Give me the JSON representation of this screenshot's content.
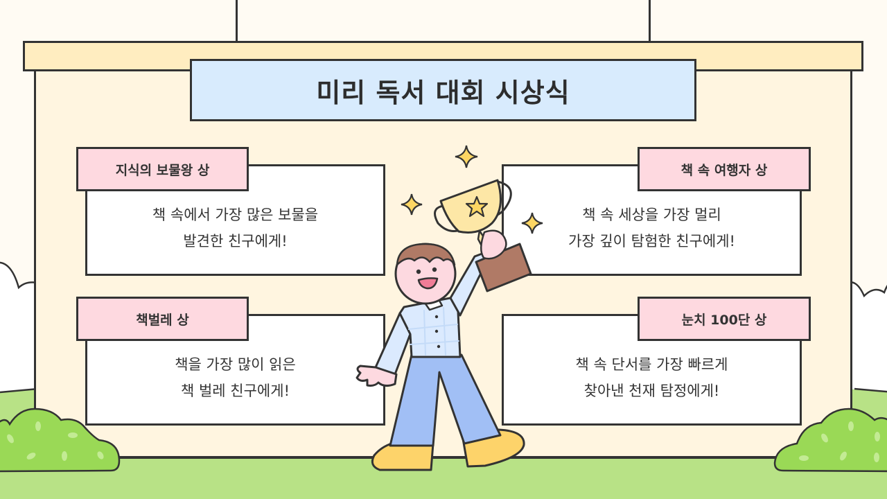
{
  "slide": {
    "title": "미리 독서 대회 시상식"
  },
  "awards": [
    {
      "label": "지식의 보물왕 상",
      "lines": [
        "책 속에서 가장 많은 보물을",
        "발견한 친구에게!"
      ]
    },
    {
      "label": "책 속 여행자 상",
      "lines": [
        "책 속 세상을 가장 멀리",
        "가장 깊이 탐험한 친구에게!"
      ]
    },
    {
      "label": "책벌레 상",
      "lines": [
        "책을 가장 많이 읽은",
        "책 벌레 친구에게!"
      ]
    },
    {
      "label": "눈치 100단 상",
      "lines": [
        "책 속 단서를 가장 빠르게",
        "찾아낸 천재 탐정에게!"
      ]
    }
  ],
  "colors": {
    "background": "#fffbf3",
    "board_top": "#ffedc0",
    "board_body": "#fff5e0",
    "title_sign": "#d8ebfd",
    "label_pink": "#fed9e0",
    "card_white": "#ffffff",
    "outline": "#333333",
    "grass": "#b8e286",
    "bush": "#9ad956",
    "trophy_gold": "#fde7a6",
    "star_gold": "#fdd663",
    "shirt": "#dbeafe",
    "pants": "#a1bff5",
    "shoes": "#fdd36a",
    "skin": "#fdd9e0",
    "hair": "#b07a66"
  },
  "illustration": {
    "character": "boy-holding-trophy",
    "decorations": [
      "sparkle",
      "sparkle",
      "sparkle",
      "bush",
      "bush",
      "cloud",
      "cloud"
    ]
  }
}
